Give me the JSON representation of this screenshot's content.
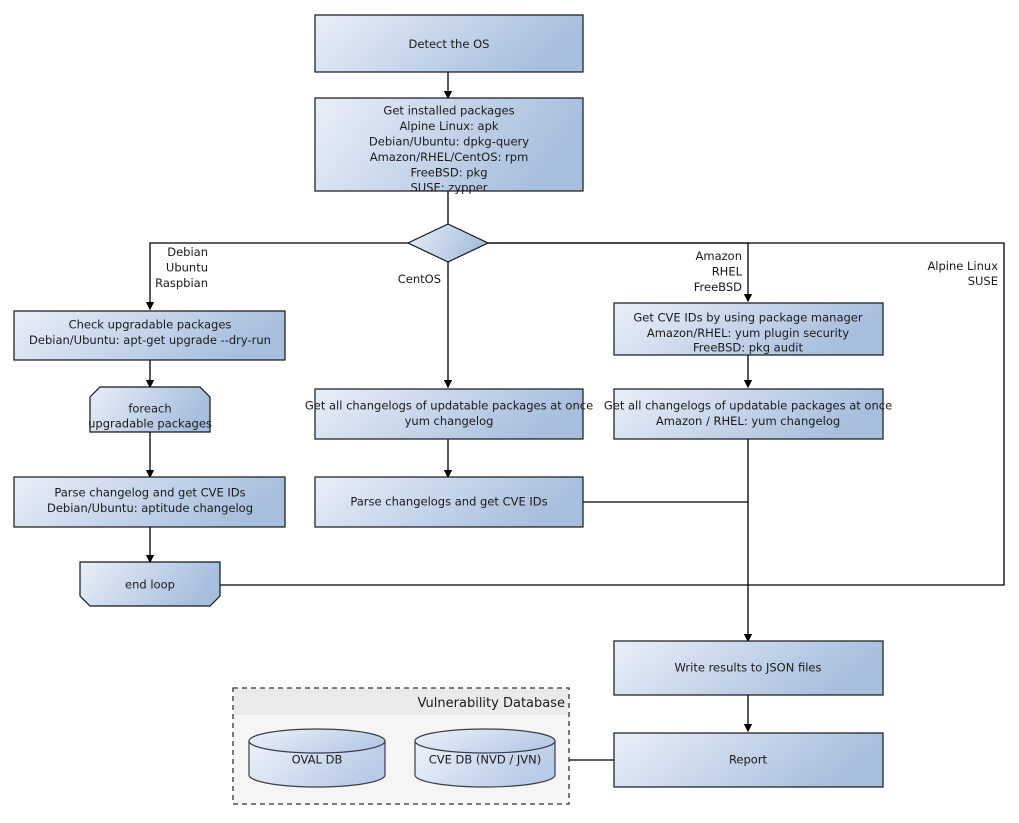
{
  "diagram": {
    "title": "Vulnerability scanning flowchart",
    "colors": {
      "node_fill_light": "#e9eff8",
      "node_fill_dark": "#a7bedd",
      "node_stroke": "#11161c",
      "group_fill": "#f2f2f2",
      "group_title_fill": "#ebebeb",
      "group_stroke": "#333333",
      "cylinder_stroke": "#3a3f46",
      "connector": "#000000",
      "text": "#1a1a1a"
    },
    "nodes": {
      "detect_os": {
        "text": [
          "Detect the OS"
        ]
      },
      "get_installed": {
        "text": [
          "Get installed packages",
          "Alpine Linux: apk",
          "Debian/Ubuntu: dpkg-query",
          "Amazon/RHEL/CentOS: rpm",
          "FreeBSD: pkg",
          "SUSE: zypper"
        ]
      },
      "decision": {
        "text": []
      },
      "check_upgradable": {
        "text": [
          "Check upgradable packages",
          "Debian/Ubuntu: apt-get upgrade --dry-run"
        ]
      },
      "foreach": {
        "text": [
          "foreach",
          "upgradable  packages"
        ]
      },
      "parse_changelog_left": {
        "text": [
          "Parse changelog and get  CVE IDs",
          "Debian/Ubuntu: aptitude changelog"
        ]
      },
      "end_loop": {
        "text": [
          "end loop"
        ]
      },
      "changelogs_center": {
        "text": [
          "Get all changelogs of updatable packages at once",
          "yum changelog"
        ]
      },
      "parse_changelogs_center": {
        "text": [
          "Parse changelogs and get CVE IDs"
        ]
      },
      "get_cve_ids_pm": {
        "text": [
          "Get CVE IDs by using package manager",
          "Amazon/RHEL: yum plugin security",
          "FreeBSD: pkg audit"
        ]
      },
      "changelogs_right": {
        "text": [
          "Get all changelogs of updatable packages at once",
          "Amazon / RHEL: yum changelog"
        ]
      },
      "write_json": {
        "text": [
          "Write results to JSON files"
        ]
      },
      "report": {
        "text": [
          "Report"
        ]
      }
    },
    "edge_labels": {
      "left_branch": [
        "Debian",
        "Ubuntu",
        "Raspbian"
      ],
      "center_branch": [
        "CentOS"
      ],
      "right_branch": [
        "Amazon",
        "RHEL",
        "FreeBSD"
      ],
      "far_right_branch": [
        "Alpine Linux",
        "SUSE"
      ]
    },
    "group": {
      "title": "Vulnerability Database",
      "databases": [
        {
          "label": "OVAL DB"
        },
        {
          "label": "CVE DB (NVD / JVN)"
        }
      ]
    }
  }
}
